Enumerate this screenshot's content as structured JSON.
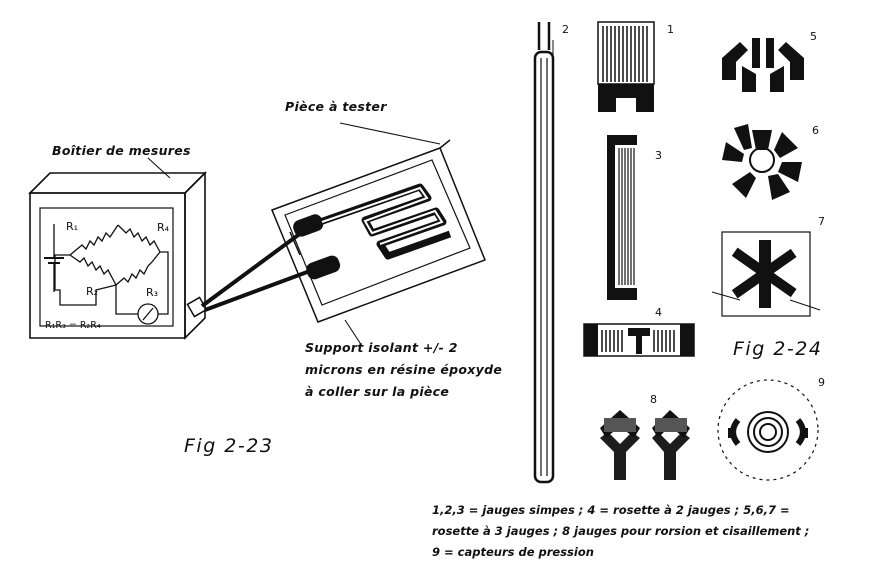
{
  "fig23": {
    "label": "Fig 2-23",
    "boitier": "Boîtier de mesures",
    "piece": "Pièce à tester",
    "support_lines": [
      "Support isolant +/- 2",
      "microns en résine époxyde",
      "à coller sur la pièce"
    ],
    "r1": "R₁",
    "r2": "R₂",
    "r3": "R₃",
    "r4": "R₄",
    "formula": "R₁R₃ = R₂R₄"
  },
  "fig24": {
    "label": "Fig 2-24",
    "numbers": [
      "1",
      "2",
      "3",
      "4",
      "5",
      "6",
      "7",
      "8",
      "9"
    ],
    "caption_lines": [
      "1,2,3 = jauges simpes ; 4 = rosette à 2 jauges ; 5,6,7 =",
      "rosette à 3 jauges ; 8 jauges pour rorsion et cisaillement ;",
      "9 = capteurs de pression"
    ]
  }
}
